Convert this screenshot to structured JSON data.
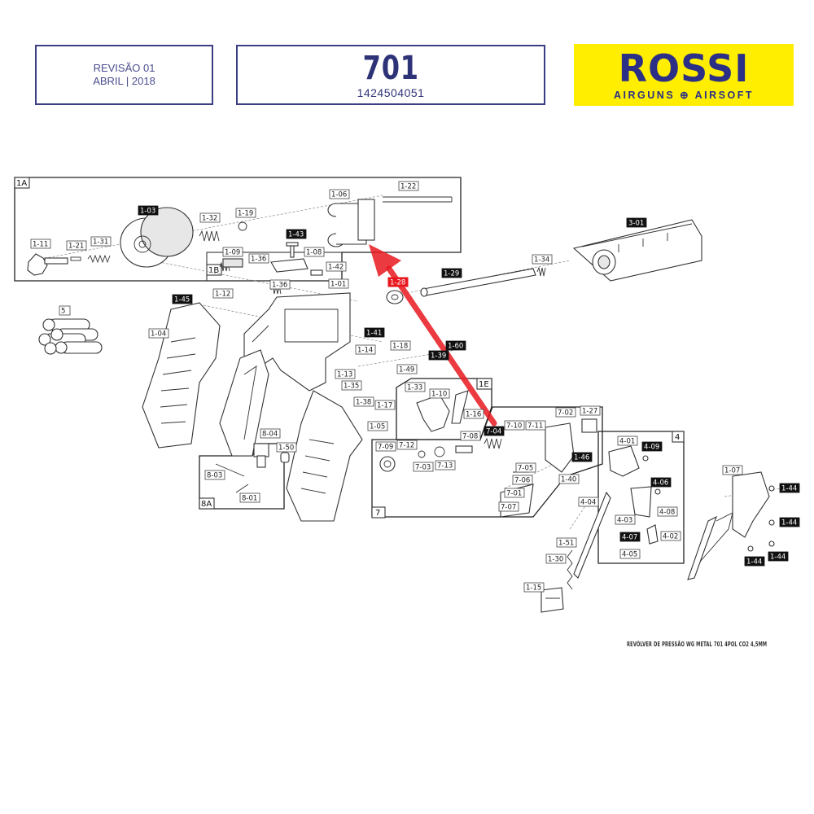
{
  "header": {
    "revision_line1": "REVISÃO 01",
    "revision_line2": "ABRIL | 2018",
    "model_number": "701",
    "model_code": "1424504051"
  },
  "logo": {
    "main": "ROSSI",
    "sub": "AIRGUNS ⊕ AIRSOFT",
    "bg_color": "#ffee00",
    "text_color": "#2b2f85"
  },
  "caption": "REVÓLVER DE PRESSÃO WG METAL 701 4POL CO2 4,5MM",
  "groups": [
    "1A",
    "1B",
    "1E",
    "8A",
    "7",
    "4"
  ],
  "highlight": {
    "part": "1-28",
    "arrow_color": "#e8171f"
  },
  "parts": [
    {
      "code": "1-22",
      "style": "white"
    },
    {
      "code": "1-06",
      "style": "white"
    },
    {
      "code": "1-43",
      "style": "black"
    },
    {
      "code": "1-03",
      "style": "black"
    },
    {
      "code": "1-32",
      "style": "white"
    },
    {
      "code": "1-19",
      "style": "white"
    },
    {
      "code": "1-11",
      "style": "white"
    },
    {
      "code": "1-21",
      "style": "white"
    },
    {
      "code": "1-31",
      "style": "white"
    },
    {
      "code": "1-09",
      "style": "white"
    },
    {
      "code": "1-36",
      "style": "white"
    },
    {
      "code": "1-08",
      "style": "white"
    },
    {
      "code": "1-42",
      "style": "white"
    },
    {
      "code": "1-36",
      "style": "white"
    },
    {
      "code": "1-01",
      "style": "white"
    },
    {
      "code": "3-01",
      "style": "black"
    },
    {
      "code": "1-29",
      "style": "black"
    },
    {
      "code": "1-34",
      "style": "white"
    },
    {
      "code": "1-28",
      "style": "red"
    },
    {
      "code": "1-45",
      "style": "black"
    },
    {
      "code": "1-12",
      "style": "white"
    },
    {
      "code": "5",
      "style": "white"
    },
    {
      "code": "1-04",
      "style": "white"
    },
    {
      "code": "1-41",
      "style": "black"
    },
    {
      "code": "1-60",
      "style": "black"
    },
    {
      "code": "1-39",
      "style": "black"
    },
    {
      "code": "1-14",
      "style": "white"
    },
    {
      "code": "1-18",
      "style": "white"
    },
    {
      "code": "1-13",
      "style": "white"
    },
    {
      "code": "1-49",
      "style": "white"
    },
    {
      "code": "1-35",
      "style": "white"
    },
    {
      "code": "1-33",
      "style": "white"
    },
    {
      "code": "1-38",
      "style": "white"
    },
    {
      "code": "1-17",
      "style": "white"
    },
    {
      "code": "1-10",
      "style": "white"
    },
    {
      "code": "1-16",
      "style": "white"
    },
    {
      "code": "1-05",
      "style": "white"
    },
    {
      "code": "7-02",
      "style": "white"
    },
    {
      "code": "1-27",
      "style": "white"
    },
    {
      "code": "8-04",
      "style": "white"
    },
    {
      "code": "1-50",
      "style": "white"
    },
    {
      "code": "7-09",
      "style": "white"
    },
    {
      "code": "7-12",
      "style": "white"
    },
    {
      "code": "7-08",
      "style": "white"
    },
    {
      "code": "7-04",
      "style": "black"
    },
    {
      "code": "7-10",
      "style": "white"
    },
    {
      "code": "7-11",
      "style": "white"
    },
    {
      "code": "7-03",
      "style": "white"
    },
    {
      "code": "7-13",
      "style": "white"
    },
    {
      "code": "8-03",
      "style": "white"
    },
    {
      "code": "8-01",
      "style": "white"
    },
    {
      "code": "1-46",
      "style": "black"
    },
    {
      "code": "7-05",
      "style": "white"
    },
    {
      "code": "7-06",
      "style": "white"
    },
    {
      "code": "1-40",
      "style": "white"
    },
    {
      "code": "7-01",
      "style": "white"
    },
    {
      "code": "7-07",
      "style": "white"
    },
    {
      "code": "4-01",
      "style": "white"
    },
    {
      "code": "4-09",
      "style": "black"
    },
    {
      "code": "4-06",
      "style": "black"
    },
    {
      "code": "4-08",
      "style": "white"
    },
    {
      "code": "4-03",
      "style": "white"
    },
    {
      "code": "4-04",
      "style": "white"
    },
    {
      "code": "4-07",
      "style": "black"
    },
    {
      "code": "4-02",
      "style": "white"
    },
    {
      "code": "4-05",
      "style": "white"
    },
    {
      "code": "1-51",
      "style": "white"
    },
    {
      "code": "1-30",
      "style": "white"
    },
    {
      "code": "1-15",
      "style": "white"
    },
    {
      "code": "1-07",
      "style": "white"
    },
    {
      "code": "1-44",
      "style": "black"
    },
    {
      "code": "1-44",
      "style": "black"
    },
    {
      "code": "1-44",
      "style": "black"
    },
    {
      "code": "1-44",
      "style": "black"
    }
  ]
}
